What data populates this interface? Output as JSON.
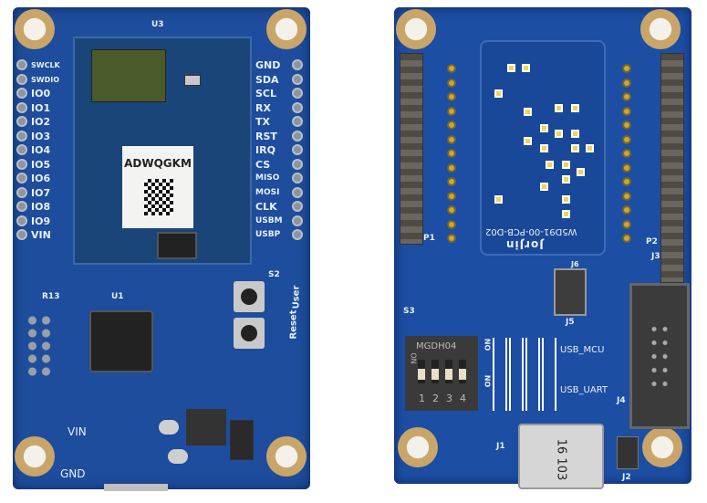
{
  "left_board": {
    "module_label": "U3",
    "sticker_code": "ADWQGKM",
    "left_pins": [
      "SWCLK",
      "SWDIO",
      "IO0",
      "IO1",
      "IO2",
      "IO3",
      "IO4",
      "IO5",
      "IO6",
      "IO7",
      "IO8",
      "IO9",
      "VIN"
    ],
    "right_pins": [
      "GND",
      "SDA",
      "SCL",
      "RX",
      "TX",
      "RST",
      "IRQ",
      "CS",
      "MISO",
      "MOSI",
      "CLK",
      "USBM",
      "USBP"
    ],
    "button_label": "S2",
    "reset_label": "Reset",
    "user_label": "User",
    "vin_label": "VIN",
    "gnd_label": "GND",
    "u1_label": "U1",
    "r13_label": "R13"
  },
  "right_board": {
    "p1_label": "P1",
    "p2_label": "P2",
    "j3_label": "J3",
    "pcb_code": "W5D91-00-PCB-D02",
    "brand_logo": "JorJin",
    "j6_label": "J6",
    "j5_label": "J5",
    "s3_label": "S3",
    "dip_part": "MGDH04",
    "on_label": "ON",
    "dip_numbers": [
      "1",
      "2",
      "3",
      "4"
    ],
    "usb_mcu_label": "USB_MCU",
    "usb_uart_label": "USB_UART",
    "j4_label": "J4",
    "j1_label": "J1",
    "j2_label": "J2",
    "usb_marking": "16 103"
  }
}
